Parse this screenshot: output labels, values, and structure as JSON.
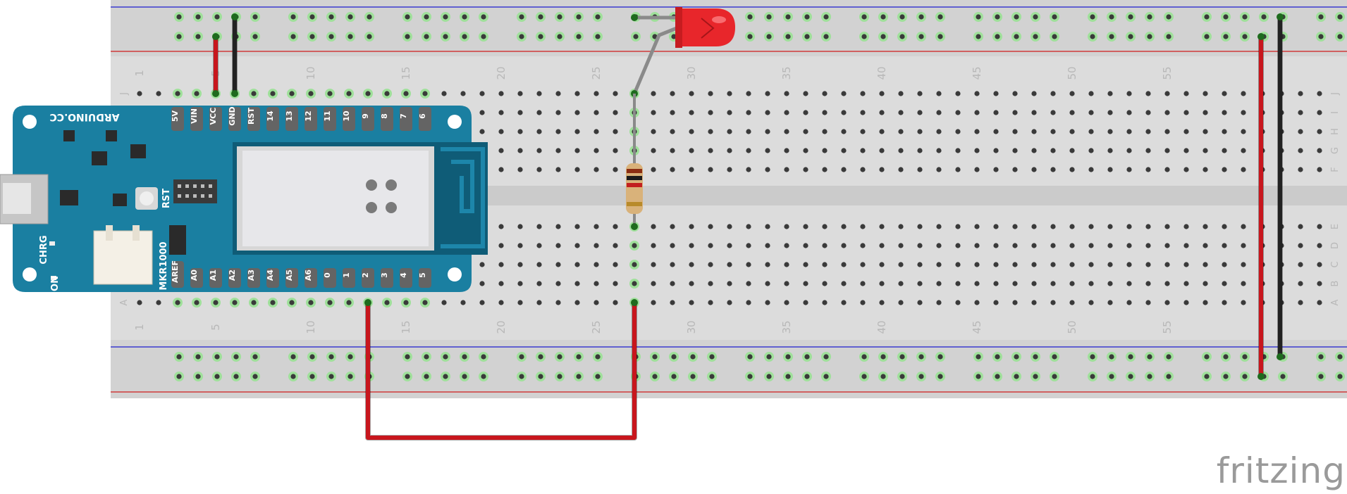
{
  "arduino": {
    "brand": "ARDUINO.CC",
    "model": "MKR1000",
    "rst_label": "RST",
    "chrg_label": "CHRG",
    "on_label": "ON",
    "top_pins": [
      "5V",
      "VIN",
      "VCC",
      "GND",
      "RST",
      "14",
      "13",
      "12",
      "11",
      "10",
      "9",
      "8",
      "7",
      "6"
    ],
    "bottom_pins": [
      "AREF",
      "A0",
      "A1",
      "A2",
      "A3",
      "A4",
      "A5",
      "A6",
      "0",
      "1",
      "2",
      "3",
      "4",
      "5"
    ],
    "board_color": "#1a7fa1"
  },
  "breadboard": {
    "column_numbers": [
      "1",
      "5",
      "10",
      "15",
      "20",
      "25",
      "30",
      "35",
      "40",
      "45",
      "50",
      "55"
    ],
    "rows_top": [
      "J",
      "I",
      "H",
      "G",
      "F"
    ],
    "rows_bottom": [
      "E",
      "D",
      "C",
      "B",
      "A"
    ],
    "wire_colors": {
      "red": "#c8161d",
      "black": "#222222",
      "grey": "#8a8a8a"
    }
  },
  "components": {
    "led_color": "#e8262b",
    "resistor_color": "#d9b27a"
  },
  "footer": {
    "logo": "fritzing"
  }
}
